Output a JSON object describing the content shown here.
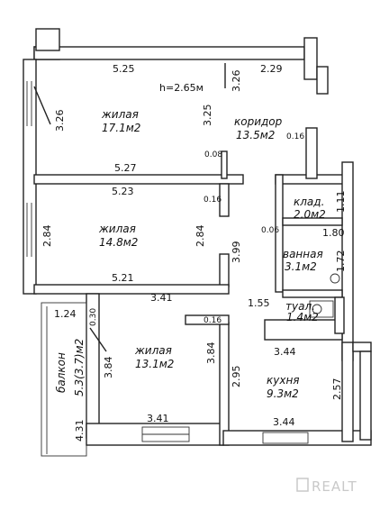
{
  "plan": {
    "ceiling_height": "h=2.65м",
    "rooms": [
      {
        "name": "жилая",
        "area": "17.1м2"
      },
      {
        "name": "коридор",
        "area": "13.5м2"
      },
      {
        "name": "жилая",
        "area": "14.8м2"
      },
      {
        "name": "клад.",
        "area": "2.0м2"
      },
      {
        "name": "ванная",
        "area": "3.1м2"
      },
      {
        "name": "туал.",
        "area": "1.4м2"
      },
      {
        "name": "жилая",
        "area": "13.1м2"
      },
      {
        "name": "кухня",
        "area": "9.3м2"
      },
      {
        "name": "балкон",
        "area": "5.3(3.7)м2"
      }
    ],
    "dimensions": {
      "room1_top": "5.25",
      "room1_left": "3.26",
      "room1_right": "3.25",
      "room1_bottom": "5.27",
      "corridor_top_stub": "3.26",
      "corridor_width": "2.29",
      "corridor_wall": "0.16",
      "wall_008": "0.08",
      "room2_top": "5.23",
      "room2_left": "2.84",
      "room2_right": "2.84",
      "room2_bottom": "5.21",
      "wall_016_r2": "0.16",
      "corridor_399": "3.99",
      "klad_111": "1.11",
      "vann_006": "0.06",
      "vann_180": "1.80",
      "vann_172": "1.72",
      "corr_155": "1.55",
      "room3_top": "3.41",
      "room3_left": "3.84",
      "room3_right": "3.84",
      "room3_bottom": "3.41",
      "wall_030": "0.30",
      "wall_016_r3": "0.16",
      "balcony_top": "1.24",
      "balcony_side": "4.31",
      "kitchen_top": "3.44",
      "kitchen_left": "2.95",
      "kitchen_right": "2.57",
      "kitchen_bottom": "3.44"
    }
  },
  "watermark": "REALT"
}
